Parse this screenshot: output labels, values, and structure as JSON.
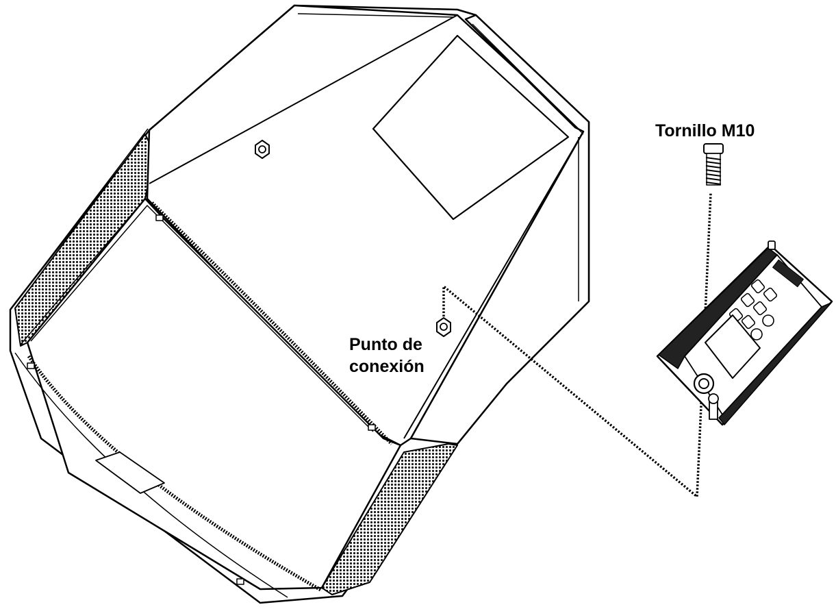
{
  "labels": {
    "screw": "Tornillo M10",
    "connection_line1": "Punto de",
    "connection_line2": "conexión"
  },
  "colors": {
    "line": "#000000",
    "background": "#ffffff",
    "grille": "#1a1a1a"
  },
  "components": {
    "enclosure_icon": "speaker-enclosure-icon",
    "module_icon": "control-module-icon",
    "screw_icon": "screw-icon",
    "connection_icon": "connection-nut-icon"
  }
}
